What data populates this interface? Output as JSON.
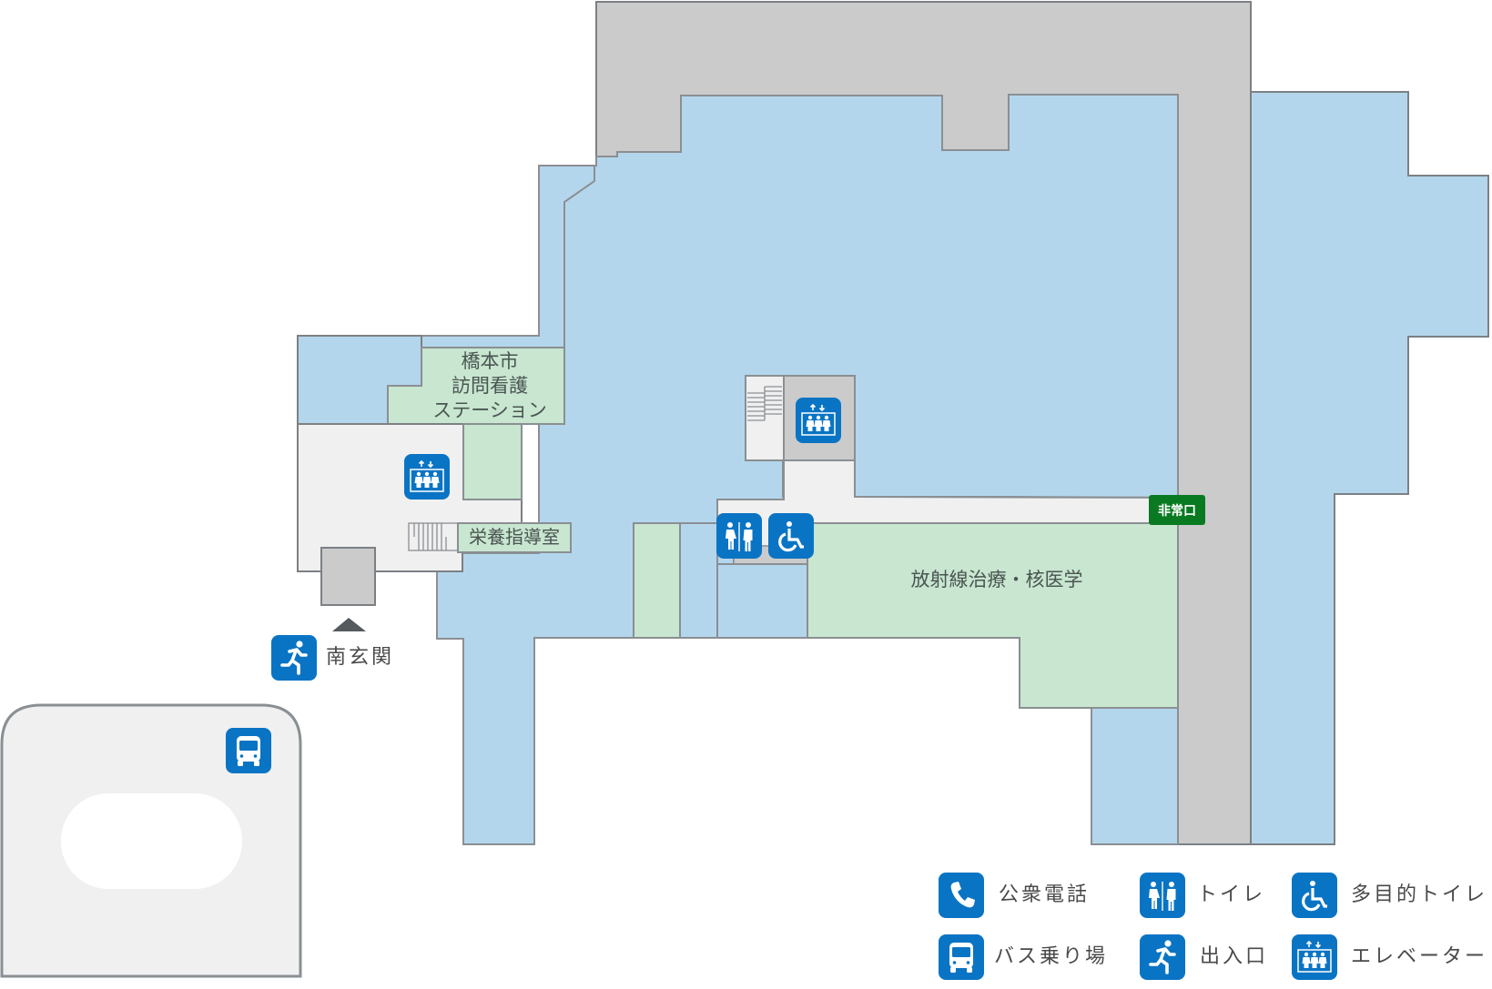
{
  "map": {
    "colors": {
      "room_blue": "#b4d6ec",
      "room_green": "#c8e6d0",
      "service_gray": "#cbcbcb",
      "corridor": "#f0f0f0",
      "outline": "#8a8f93",
      "icon_blue": "#0a74c4",
      "exit_green": "#0a7a22"
    },
    "rooms": {
      "visiting_nurse": [
        "橋本市",
        "訪問看護",
        "ステーション"
      ],
      "nutrition": "栄養指導室",
      "radiology": "放射線治療・核医学"
    },
    "emergency_exit": "非常口",
    "entrance": {
      "label": "南玄関",
      "icon": "running-person-icon"
    }
  },
  "legend": {
    "items": [
      {
        "icon": "phone-icon",
        "label": "公衆電話"
      },
      {
        "icon": "restroom-icon",
        "label": "トイレ"
      },
      {
        "icon": "wheelchair-icon",
        "label": "多目的トイレ"
      },
      {
        "icon": "bus-icon",
        "label": "バス乗り場"
      },
      {
        "icon": "running-person-icon",
        "label": "出入口"
      },
      {
        "icon": "elevator-icon",
        "label": "エレベーター"
      }
    ]
  }
}
